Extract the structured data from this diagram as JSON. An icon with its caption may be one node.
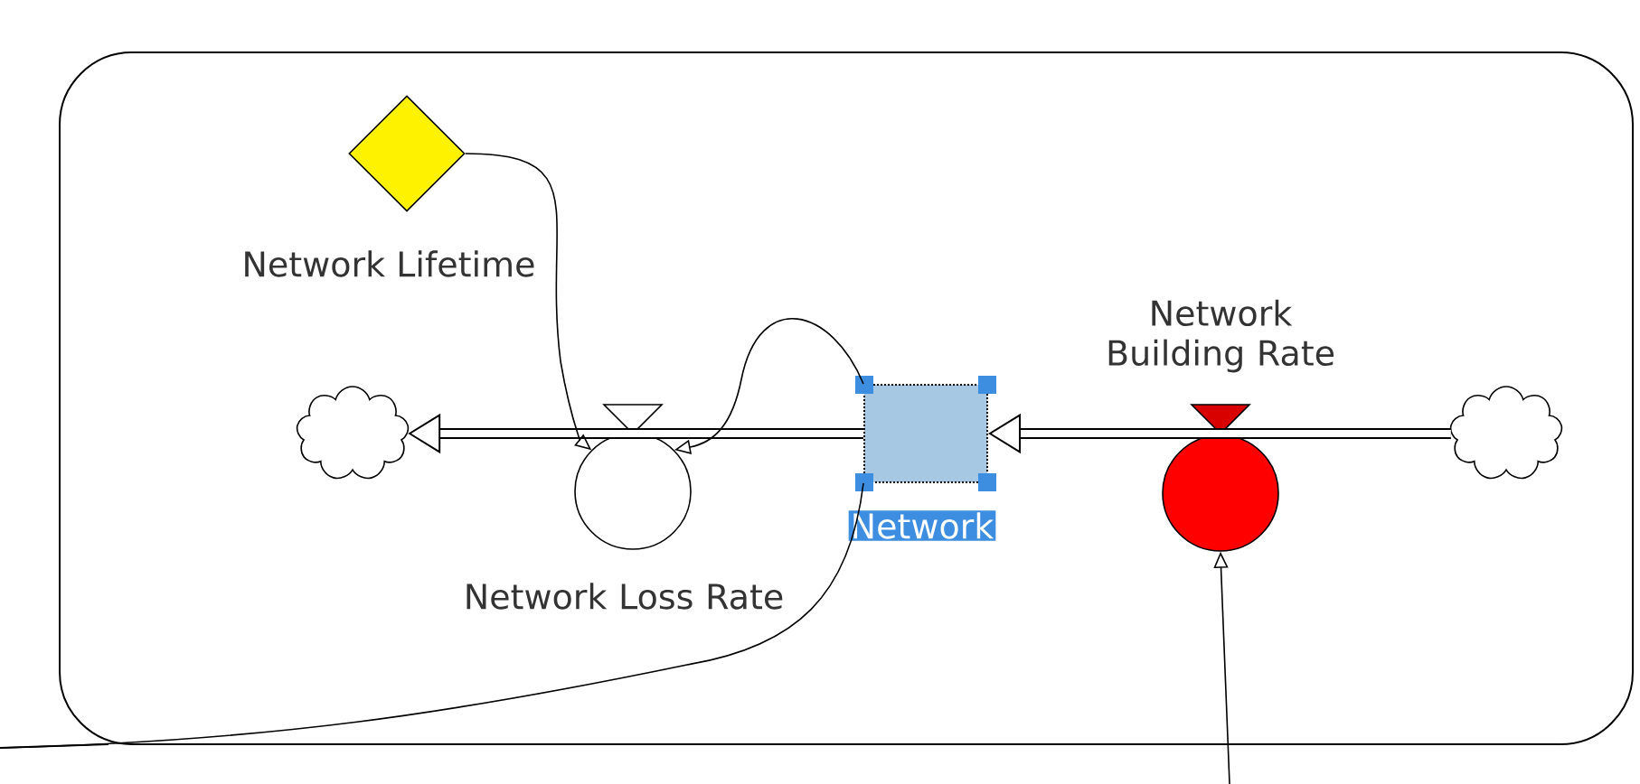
{
  "diagram": {
    "nodes": [
      {
        "text": [
          "Network Lifetime"
        ]
      },
      {
        "text": [],
        "shape": "cloud"
      },
      {
        "text": [
          "Network Loss Rate"
        ]
      },
      {
        "text": [
          "Network"
        ]
      },
      {
        "text": [
          "Network Building Rate"
        ]
      },
      {
        "text": [],
        "shape": "cloud"
      }
    ],
    "edges": [
      {
        "from": 3,
        "to": 1,
        "arrow": "to",
        "style": "thick"
      },
      {
        "from": 5,
        "to": 3,
        "arrow": "to",
        "style": "thick"
      },
      {
        "from": 0,
        "to": 2,
        "arrow": "to"
      },
      {
        "from": 3,
        "to": 2,
        "arrow": "to"
      },
      {
        "from": null,
        "to": 4,
        "arrow": "to"
      },
      {
        "from": 3,
        "to": null,
        "arrow": "none"
      }
    ]
  }
}
